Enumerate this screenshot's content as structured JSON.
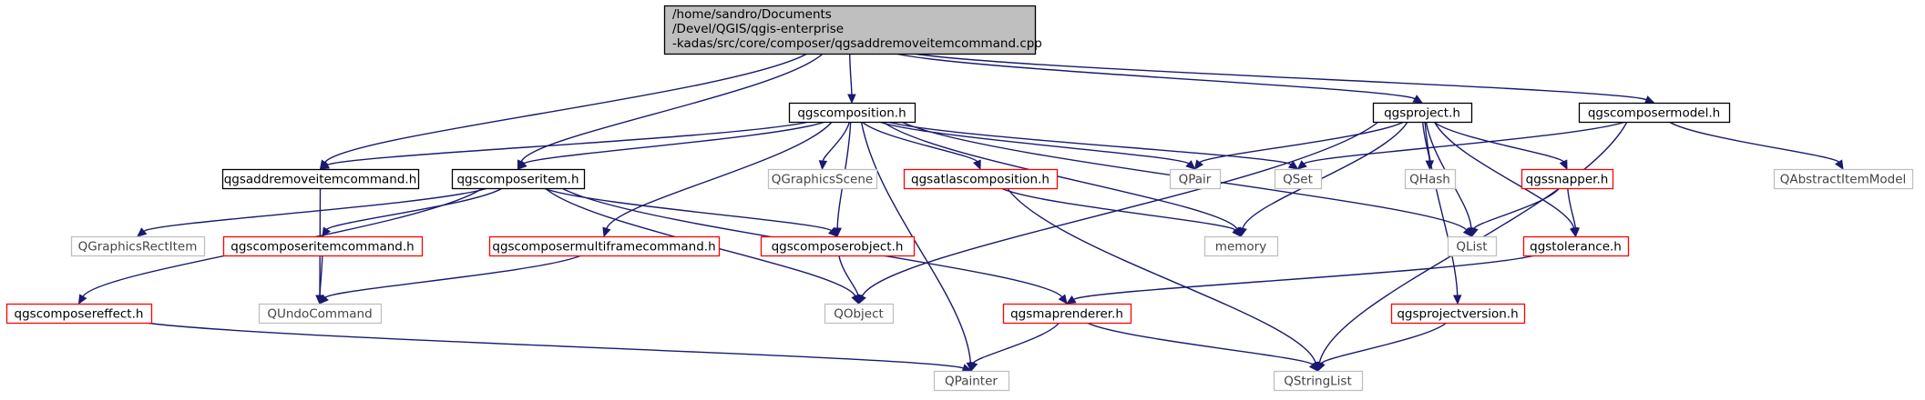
{
  "diagram": {
    "style": {
      "edge_color": "#191970",
      "root_fill": "#bfbfbf",
      "root_border": "#000000",
      "documented_border": "#000000",
      "red_border": "#ff0000",
      "external_border": "#bfbfbf",
      "background": "#ffffff"
    },
    "nodes": [
      {
        "id": "root",
        "kind": "root",
        "lines": [
          "/home/sandro/Documents",
          "/Devel/QGIS/qgis-enterprise",
          "-kadas/src/core/composer/qgsaddremoveitemcommand.cpp"
        ]
      },
      {
        "id": "qgscomposition_h",
        "kind": "documented",
        "lines": [
          "qgscomposition.h"
        ]
      },
      {
        "id": "qgsproject_h",
        "kind": "documented",
        "lines": [
          "qgsproject.h"
        ]
      },
      {
        "id": "qgscomposermodel_h",
        "kind": "documented",
        "lines": [
          "qgscomposermodel.h"
        ]
      },
      {
        "id": "qgsaddremoveitemcommand_h",
        "kind": "documented",
        "lines": [
          "qgsaddremoveitemcommand.h"
        ]
      },
      {
        "id": "qgscomposeritem_h",
        "kind": "documented",
        "lines": [
          "qgscomposeritem.h"
        ]
      },
      {
        "id": "QGraphicsScene",
        "kind": "external",
        "lines": [
          "QGraphicsScene"
        ]
      },
      {
        "id": "qgsatlascomposition_h",
        "kind": "red",
        "lines": [
          "qgsatlascomposition.h"
        ]
      },
      {
        "id": "QPair",
        "kind": "external",
        "lines": [
          "QPair"
        ]
      },
      {
        "id": "QSet",
        "kind": "external",
        "lines": [
          "QSet"
        ]
      },
      {
        "id": "QHash",
        "kind": "external",
        "lines": [
          "QHash"
        ]
      },
      {
        "id": "qgssnapper_h",
        "kind": "red",
        "lines": [
          "qgssnapper.h"
        ]
      },
      {
        "id": "QAbstractItemModel",
        "kind": "external",
        "lines": [
          "QAbstractItemModel"
        ]
      },
      {
        "id": "QGraphicsRectItem",
        "kind": "external",
        "lines": [
          "QGraphicsRectItem"
        ]
      },
      {
        "id": "qgscomposeritemcommand_h",
        "kind": "red",
        "lines": [
          "qgscomposeritemcommand.h"
        ]
      },
      {
        "id": "qgscomposermultiframecommand_h",
        "kind": "red",
        "lines": [
          "qgscomposermultiframecommand.h"
        ]
      },
      {
        "id": "qgscomposerobject_h",
        "kind": "red",
        "lines": [
          "qgscomposerobject.h"
        ]
      },
      {
        "id": "memory",
        "kind": "external",
        "lines": [
          "memory"
        ]
      },
      {
        "id": "QList",
        "kind": "external",
        "lines": [
          "QList"
        ]
      },
      {
        "id": "qgstolerance_h",
        "kind": "red",
        "lines": [
          "qgstolerance.h"
        ]
      },
      {
        "id": "qgscomposereffect_h",
        "kind": "red",
        "lines": [
          "qgscomposereffect.h"
        ]
      },
      {
        "id": "QUndoCommand",
        "kind": "external",
        "lines": [
          "QUndoCommand"
        ]
      },
      {
        "id": "QObject",
        "kind": "external",
        "lines": [
          "QObject"
        ]
      },
      {
        "id": "qgsmaprenderer_h",
        "kind": "red",
        "lines": [
          "qgsmaprenderer.h"
        ]
      },
      {
        "id": "qgsprojectversion_h",
        "kind": "red",
        "lines": [
          "qgsprojectversion.h"
        ]
      },
      {
        "id": "QPainter",
        "kind": "external",
        "lines": [
          "QPainter"
        ]
      },
      {
        "id": "QStringList",
        "kind": "external",
        "lines": [
          "QStringList"
        ]
      }
    ],
    "edges": [
      [
        "root",
        "qgsaddremoveitemcommand_h"
      ],
      [
        "root",
        "qgscomposeritem_h"
      ],
      [
        "root",
        "qgscomposition_h"
      ],
      [
        "root",
        "qgsproject_h"
      ],
      [
        "root",
        "qgscomposermodel_h"
      ],
      [
        "qgscomposition_h",
        "qgsaddremoveitemcommand_h"
      ],
      [
        "qgscomposition_h",
        "qgscomposeritem_h"
      ],
      [
        "qgscomposition_h",
        "QGraphicsScene"
      ],
      [
        "qgscomposition_h",
        "qgsatlascomposition_h"
      ],
      [
        "qgscomposition_h",
        "QPair"
      ],
      [
        "qgscomposition_h",
        "QSet"
      ],
      [
        "qgscomposition_h",
        "QList"
      ],
      [
        "qgscomposition_h",
        "memory"
      ],
      [
        "qgscomposition_h",
        "qgscomposerobject_h"
      ],
      [
        "qgscomposition_h",
        "qgscomposermultiframecommand_h"
      ],
      [
        "qgscomposition_h",
        "QPainter"
      ],
      [
        "qgsproject_h",
        "QPair"
      ],
      [
        "qgsproject_h",
        "memory"
      ],
      [
        "qgsproject_h",
        "QHash"
      ],
      [
        "qgsproject_h",
        "QList"
      ],
      [
        "qgsproject_h",
        "qgssnapper_h"
      ],
      [
        "qgsproject_h",
        "qgstolerance_h"
      ],
      [
        "qgsproject_h",
        "qgsprojectversion_h"
      ],
      [
        "qgsproject_h",
        "QObject"
      ],
      [
        "qgscomposermodel_h",
        "QSet"
      ],
      [
        "qgscomposermodel_h",
        "QAbstractItemModel"
      ],
      [
        "qgscomposermodel_h",
        "QStringList"
      ],
      [
        "qgsaddremoveitemcommand_h",
        "QUndoCommand"
      ],
      [
        "qgscomposeritem_h",
        "QGraphicsRectItem"
      ],
      [
        "qgscomposeritem_h",
        "qgscomposeritemcommand_h"
      ],
      [
        "qgscomposeritem_h",
        "qgscomposerobject_h"
      ],
      [
        "qgscomposeritem_h",
        "QObject"
      ],
      [
        "qgscomposeritem_h",
        "qgsmaprenderer_h"
      ],
      [
        "qgscomposeritem_h",
        "qgscomposereffect_h"
      ],
      [
        "qgsatlascomposition_h",
        "memory"
      ],
      [
        "qgsatlascomposition_h",
        "QStringList"
      ],
      [
        "qgssnapper_h",
        "QList"
      ],
      [
        "qgssnapper_h",
        "qgstolerance_h"
      ],
      [
        "qgstolerance_h",
        "qgsmaprenderer_h"
      ],
      [
        "qgscomposeritemcommand_h",
        "QUndoCommand"
      ],
      [
        "qgscomposermultiframecommand_h",
        "QUndoCommand"
      ],
      [
        "qgscomposerobject_h",
        "QObject"
      ],
      [
        "qgscomposereffect_h",
        "QPainter"
      ],
      [
        "qgsmaprenderer_h",
        "QPainter"
      ],
      [
        "qgsmaprenderer_h",
        "QStringList"
      ],
      [
        "qgsprojectversion_h",
        "QStringList"
      ]
    ]
  }
}
